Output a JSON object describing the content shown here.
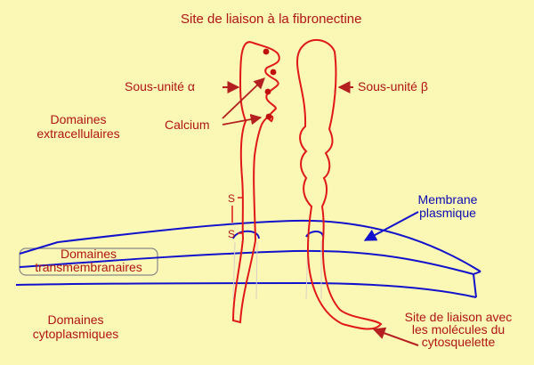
{
  "labels": {
    "binding_site_fibronectin": "Site de liaison à la fibronectine",
    "subunit_alpha": "Sous-unité α",
    "subunit_beta": "Sous-unité β",
    "extracellular_1": "Domaines",
    "extracellular_2": "extracellulaires",
    "calcium": "Calcium",
    "membrane_1": "Membrane",
    "membrane_2": "plasmique",
    "transmembrane_1": "Domaines",
    "transmembrane_2": "transmembranaires",
    "cytoplasmic_1": "Domaines",
    "cytoplasmic_2": "cytoplasmiques",
    "cytoskeleton_1": "Site de liaison avec",
    "cytoskeleton_2": "les molécules du",
    "cytoskeleton_3": "cytosquelette",
    "disulfide_s1": "S",
    "disulfide_s2": "S"
  },
  "colors": {
    "background": "#fbf7b4",
    "protein": "#e01818",
    "membrane": "#1212cc",
    "label_red": "#b01515",
    "label_blue": "#0b0bb3",
    "arrow_red": "#b42020",
    "calcium_dot": "#c01010"
  }
}
